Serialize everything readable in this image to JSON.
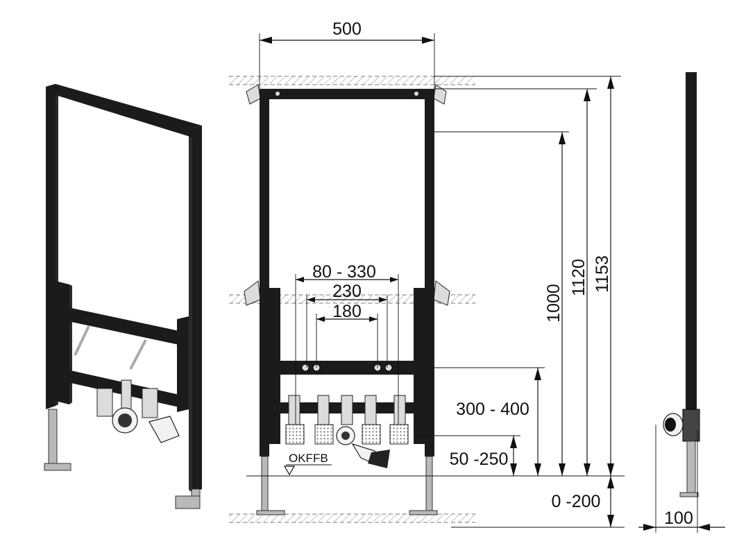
{
  "dimensions": {
    "width_total": "500",
    "distance_range": "80 - 330",
    "distance_mid": "230",
    "distance_inner": "180",
    "height_1000": "1000",
    "height_1120": "1120",
    "height_1153": "1153",
    "height_300_400": "300 - 400",
    "height_50_250": "50 -250",
    "height_0_200": "0 -200",
    "depth_100": "100"
  },
  "labels": {
    "floor_reference": "OKFFB"
  },
  "colors": {
    "frame": "#1b1b1b",
    "metal": "#b9b9b9",
    "lines": "#111111"
  }
}
